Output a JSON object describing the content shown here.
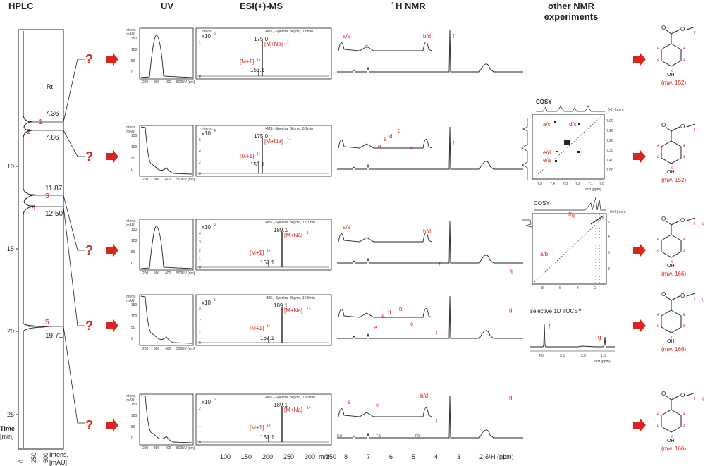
{
  "headers": {
    "hplc": "HPLC",
    "uv": "UV",
    "ms": "ESI(+)-MS",
    "nmr_sup": "1",
    "nmr": "H NMR",
    "other_line1": "other NMR",
    "other_line2": "experiments"
  },
  "hplc": {
    "rt_label": "Rt",
    "axis_label_line1": "Time",
    "axis_label_line2": "[min]",
    "x_label_line1": "Intens.",
    "x_label_line2": "[mAU]",
    "y_ticks": [
      "10",
      "15",
      "20",
      "25"
    ],
    "x_ticks": [
      "0",
      "250",
      "500"
    ],
    "peaks": [
      {
        "num": "1",
        "rt": "7.36"
      },
      {
        "num": "2",
        "rt": "7.86"
      },
      {
        "num": "3",
        "rt": "11.87"
      },
      {
        "num": "4",
        "rt": "12.50"
      },
      {
        "num": "5",
        "rt": "19.71"
      }
    ]
  },
  "question_mark": "?",
  "uv_axis": {
    "title_line1": "Intens.",
    "title_line2": "[mAU]",
    "xlabel": "UV [nm]",
    "rows": [
      {
        "yt": [
          "150",
          "100",
          "50",
          "0"
        ],
        "xt": [
          "200",
          "300",
          "400",
          "500"
        ]
      },
      {
        "yt": [
          "150",
          "100",
          "50",
          "0"
        ],
        "xt": [
          "200",
          "300",
          "400",
          "500"
        ]
      },
      {
        "yt": [
          "150",
          "100",
          "50",
          "0"
        ],
        "xt": [
          "200",
          "300",
          "400",
          "500"
        ]
      },
      {
        "yt": [
          "150",
          "100",
          "50",
          "0"
        ],
        "xt": [
          "200",
          "300",
          "400",
          "500"
        ]
      },
      {
        "yt": [
          "150",
          "100",
          "50",
          "0"
        ],
        "xt": [
          "200",
          "300",
          "400",
          "500"
        ]
      }
    ]
  },
  "ms": [
    {
      "exp": "5",
      "intens": "Intens.",
      "header": "+MS, -Spectral Bkgmd, 7.6min",
      "yt": [
        "1",
        "0"
      ],
      "main": "175.0",
      "na": "[M+Na]",
      "h": "[M+1]",
      "hv": "153.1",
      "sup": "1+"
    },
    {
      "exp": "4",
      "intens": "Intens.",
      "header": "+MS, -Spectral Bkgmd, 8.1min",
      "yt": [
        "6",
        "4",
        "2",
        "0"
      ],
      "main": "175.0",
      "na": "[M+Na]",
      "h": "[M+1]",
      "hv": "153.1",
      "sup": "1+"
    },
    {
      "exp": "5",
      "intens": "",
      "header": "+MS, -Spectral Bkgmd, 12.1min",
      "yt": [
        "4",
        "3",
        "2",
        "1",
        "0"
      ],
      "main": "189.1",
      "na": "[M+Na]",
      "h": "[M+1]",
      "hv": "167.1",
      "sup": "1+"
    },
    {
      "exp": "5",
      "intens": "",
      "header": "+MS, -Spectral Bkgmd, 12.9min",
      "yt": [
        "3",
        "2",
        "1",
        "0"
      ],
      "main": "189.1",
      "na": "[M+Na]",
      "h": "[M+1]",
      "hv": "167.1",
      "sup": "1+"
    },
    {
      "exp": "5",
      "intens": "",
      "header": "+MS, -Spectral Bkgmd, 19.9min",
      "yt": [
        "2",
        "1",
        "0"
      ],
      "main": "189.1",
      "na": "[M+Na]",
      "h": "[M+1]",
      "hv": "167.1",
      "sup": "1+"
    }
  ],
  "ms_axis": {
    "x10": "x10",
    "xticks": [
      "100",
      "150",
      "200",
      "250",
      "300",
      "350"
    ],
    "xlabel": "m/z"
  },
  "nmr": {
    "row1": [
      "a/e",
      "c",
      "b/d",
      "f"
    ],
    "row2": [
      "e",
      "a",
      "d",
      "b",
      "c",
      "f"
    ],
    "row3": [
      "a/e",
      "b/d",
      "f",
      "g"
    ],
    "row4": [
      "e",
      "a",
      "d",
      "b",
      "c",
      "f",
      "g"
    ],
    "row5": [
      "a",
      "c",
      "b/d",
      "f",
      "g"
    ],
    "row5_zoom_ticks": [
      "8.0",
      "7.5",
      "7.0"
    ],
    "axis_ticks": [
      "8",
      "7",
      "6",
      "5",
      "4",
      "3",
      "2",
      "1"
    ],
    "axis_label": "δ¹H (ppm)"
  },
  "other": {
    "cosy1": {
      "title": "COSY",
      "top_label": "δ¹H (ppm)",
      "yt": [
        "7.00",
        "7.10",
        "7.20",
        "7.30",
        "7.40",
        "7.50"
      ],
      "xt": [
        "7.5",
        "7.4",
        "7.3",
        "7.2",
        "7.1",
        "7.0"
      ],
      "xlabel": "δ¹H (ppm)",
      "labels": [
        "a/c",
        "d/c",
        "e/d",
        "e/a"
      ]
    },
    "cosy2": {
      "title": "COSY",
      "top_label": "δ¹H (ppm)",
      "yt": [
        "2",
        "4",
        "6",
        "8"
      ],
      "xt": [
        "8",
        "6",
        "4",
        "2"
      ],
      "labels": [
        "f/g",
        "a/b"
      ]
    },
    "tocsy": {
      "title": "selective 1D TOCSY",
      "labels": [
        "f",
        "g"
      ],
      "xt": [
        "4.5",
        "3.5",
        "2.5",
        "1.5"
      ],
      "xlabel": "δ¹H (ppm)"
    }
  },
  "structures": [
    {
      "label": "(mw. 152)",
      "oh": "OH",
      "o": "O",
      "atoms": [
        "a",
        "b",
        "c",
        "d",
        "e",
        "f"
      ]
    },
    {
      "label": "(mw. 152)",
      "oh": "OH",
      "o": "O",
      "atoms": [
        "a",
        "b",
        "c",
        "d",
        "e",
        "f"
      ]
    },
    {
      "label": "(mw. 166)",
      "oh": "OH",
      "o": "O",
      "atoms": [
        "a",
        "b",
        "c",
        "d",
        "e",
        "f",
        "g"
      ]
    },
    {
      "label": "(mw. 166)",
      "oh": "OH",
      "o": "O",
      "atoms": [
        "a",
        "b",
        "c",
        "d",
        "e",
        "f",
        "g"
      ]
    },
    {
      "label": "(mw. 166)",
      "oh": "OH",
      "o": "O",
      "atoms": [
        "a",
        "b",
        "c",
        "d",
        "e",
        "f",
        "g"
      ]
    }
  ],
  "colors": {
    "accent": "#d9261c",
    "line": "#222222"
  }
}
